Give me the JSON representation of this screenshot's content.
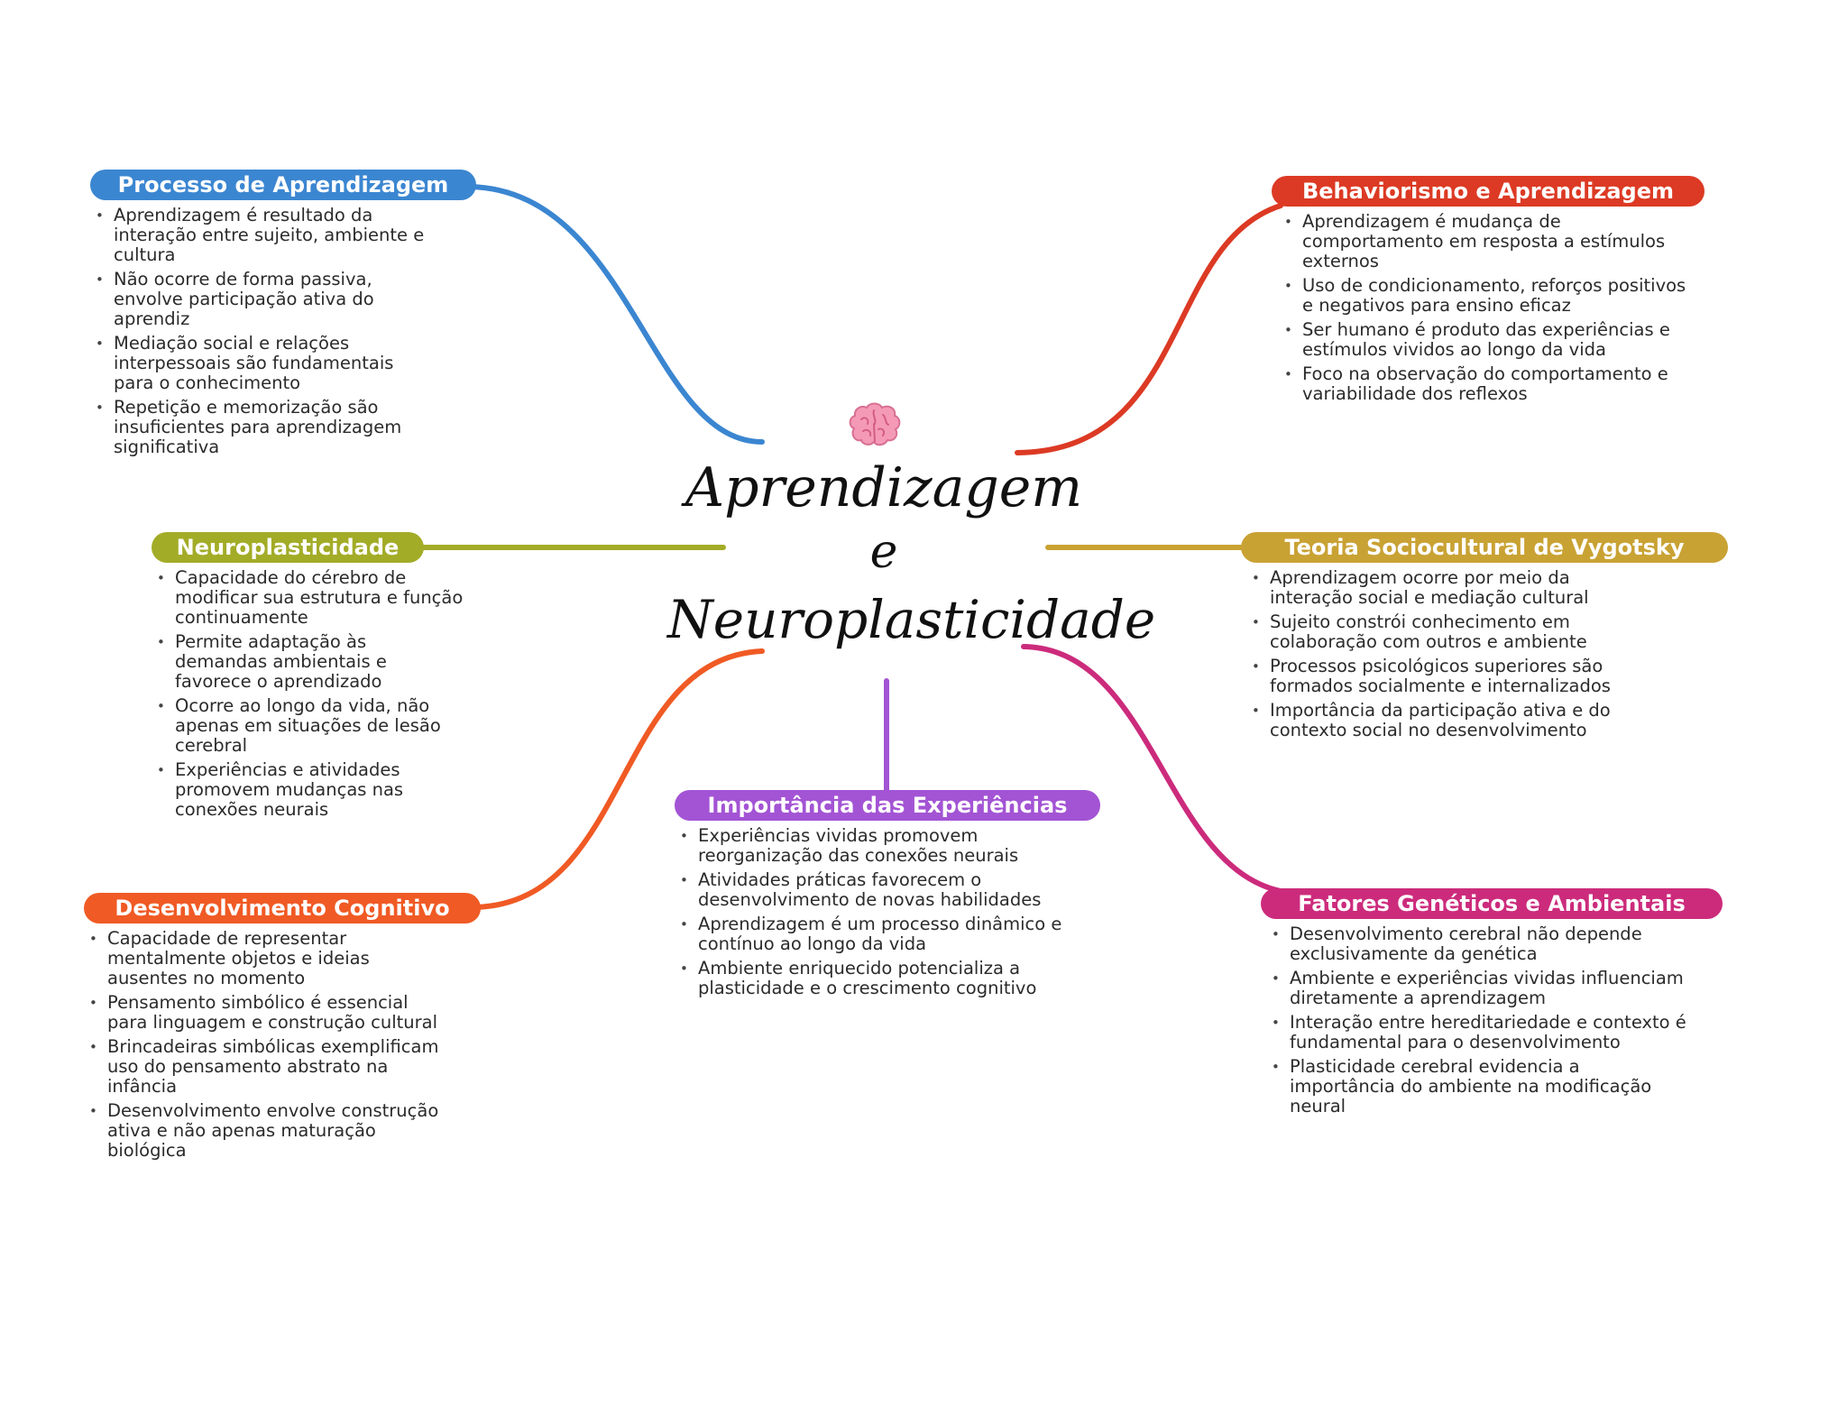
{
  "central": {
    "line1": "Aprendizagem",
    "line2": "e",
    "line3": "Neuroplasticidade",
    "icon": "brain-icon"
  },
  "branches": {
    "processo": {
      "title": "Processo de Aprendizagem",
      "color": "#3b86d1",
      "items": [
        "Aprendizagem é resultado da interação entre sujeito, ambiente e cultura",
        "Não ocorre de forma passiva, envolve participação ativa do aprendiz",
        "Mediação social e relações interpessoais são fundamentais para o conhecimento",
        "Repetição e memorização são insuficientes para aprendizagem significativa"
      ]
    },
    "behaviorismo": {
      "title": "Behaviorismo e Aprendizagem",
      "color": "#dc3a24",
      "items": [
        "Aprendizagem é mudança de comportamento em resposta a estímulos externos",
        "Uso de condicionamento, reforços positivos e negativos para ensino eficaz",
        "Ser humano é produto das experiências e estímulos vividos ao longo da vida",
        "Foco na observação do comportamento e variabilidade dos reflexos"
      ]
    },
    "neuroplasticidade": {
      "title": "Neuroplasticidade",
      "color": "#a3ac27",
      "items": [
        "Capacidade do cérebro de modificar sua estrutura e função continuamente",
        "Permite adaptação às demandas ambientais e favorece o aprendizado",
        "Ocorre ao longo da vida, não apenas em situações de lesão cerebral",
        "Experiências e atividades promovem mudanças nas conexões neurais"
      ]
    },
    "vygotsky": {
      "title": "Teoria Sociocultural de Vygotsky",
      "color": "#c9a234",
      "items": [
        "Aprendizagem ocorre por meio da interação social e mediação cultural",
        "Sujeito constrói conhecimento em colaboração com outros e ambiente",
        "Processos psicológicos superiores são formados socialmente e internalizados",
        "Importância da participação ativa e do contexto social no desenvolvimento"
      ]
    },
    "experiencias": {
      "title": "Importância das Experiências",
      "color": "#a354d4",
      "items": [
        "Experiências vividas promovem reorganização das conexões neurais",
        "Atividades práticas favorecem o desenvolvimento de novas habilidades",
        "Aprendizagem é um processo dinâmico e contínuo ao longo da vida",
        "Ambiente enriquecido potencializa a plasticidade e o crescimento cognitivo"
      ]
    },
    "desenvolvimento": {
      "title": "Desenvolvimento Cognitivo",
      "color": "#f05a24",
      "items": [
        "Capacidade de representar mentalmente objetos e ideias ausentes no momento",
        "Pensamento simbólico é essencial para linguagem e construção cultural",
        "Brincadeiras simbólicas exemplificam uso do pensamento abstrato na infância",
        "Desenvolvimento envolve construção ativa e não apenas maturação biológica"
      ]
    },
    "fatores": {
      "title": "Fatores Genéticos e Ambientais",
      "color": "#cc2b7c",
      "items": [
        "Desenvolvimento cerebral não depende exclusivamente da genética",
        "Ambiente e experiências vividas influenciam diretamente a aprendizagem",
        "Interação entre hereditariedade e contexto é fundamental para o desenvolvimento",
        "Plasticidade cerebral evidencia a importância do ambiente na modificação neural"
      ]
    }
  }
}
